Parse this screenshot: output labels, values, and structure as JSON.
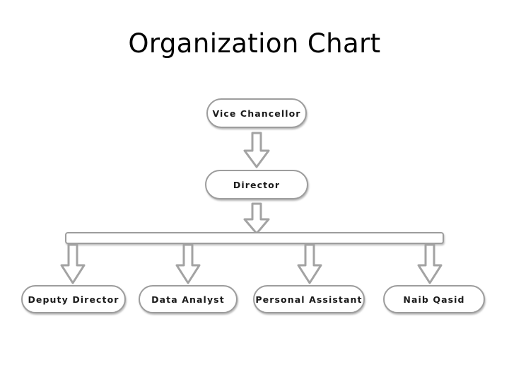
{
  "slide": {
    "background_color": "#ffffff",
    "title": "Organization Chart"
  },
  "theme": {
    "node_fill": "#ffffff",
    "node_border": "#9d9d9d",
    "arrow_fill": "#ffffff",
    "arrow_border": "#a3a3a3",
    "text_color": "#1a1a1a",
    "title_color": "#000000"
  },
  "chart_data": {
    "type": "diagram",
    "diagram_kind": "organization-chart",
    "title": "Organization Chart",
    "orientation": "top-down",
    "levels": [
      {
        "level": 1,
        "nodes": [
          {
            "id": "vice-chancellor",
            "label": "Vice  Chancellor"
          }
        ]
      },
      {
        "level": 2,
        "nodes": [
          {
            "id": "director",
            "label": "Director"
          }
        ]
      },
      {
        "level": 3,
        "nodes": [
          {
            "id": "deputy-director",
            "label": "Deputy  Director"
          },
          {
            "id": "data-analyst",
            "label": "Data  Analyst"
          },
          {
            "id": "personal-assistant",
            "label": "Personal  Assistant"
          },
          {
            "id": "naib-qasid",
            "label": "Naib  Qasid"
          }
        ]
      }
    ],
    "connectors": [
      {
        "id": "arrow-vc-to-director",
        "from": "vice-chancellor",
        "to": "director",
        "style": "block-arrow-down"
      },
      {
        "id": "arrow-director-to-bar",
        "from": "director",
        "to": "distribution-bar",
        "style": "block-arrow-down"
      },
      {
        "id": "distribution-bar",
        "from": "director",
        "to": "level-3",
        "style": "horizontal-bar"
      },
      {
        "id": "arrow-bar-deputy",
        "from": "distribution-bar",
        "to": "deputy-director",
        "style": "block-arrow-down"
      },
      {
        "id": "arrow-bar-analyst",
        "from": "distribution-bar",
        "to": "data-analyst",
        "style": "block-arrow-down"
      },
      {
        "id": "arrow-bar-assistant",
        "from": "distribution-bar",
        "to": "personal-assistant",
        "style": "block-arrow-down"
      },
      {
        "id": "arrow-bar-qasid",
        "from": "distribution-bar",
        "to": "naib-qasid",
        "style": "block-arrow-down"
      }
    ]
  }
}
